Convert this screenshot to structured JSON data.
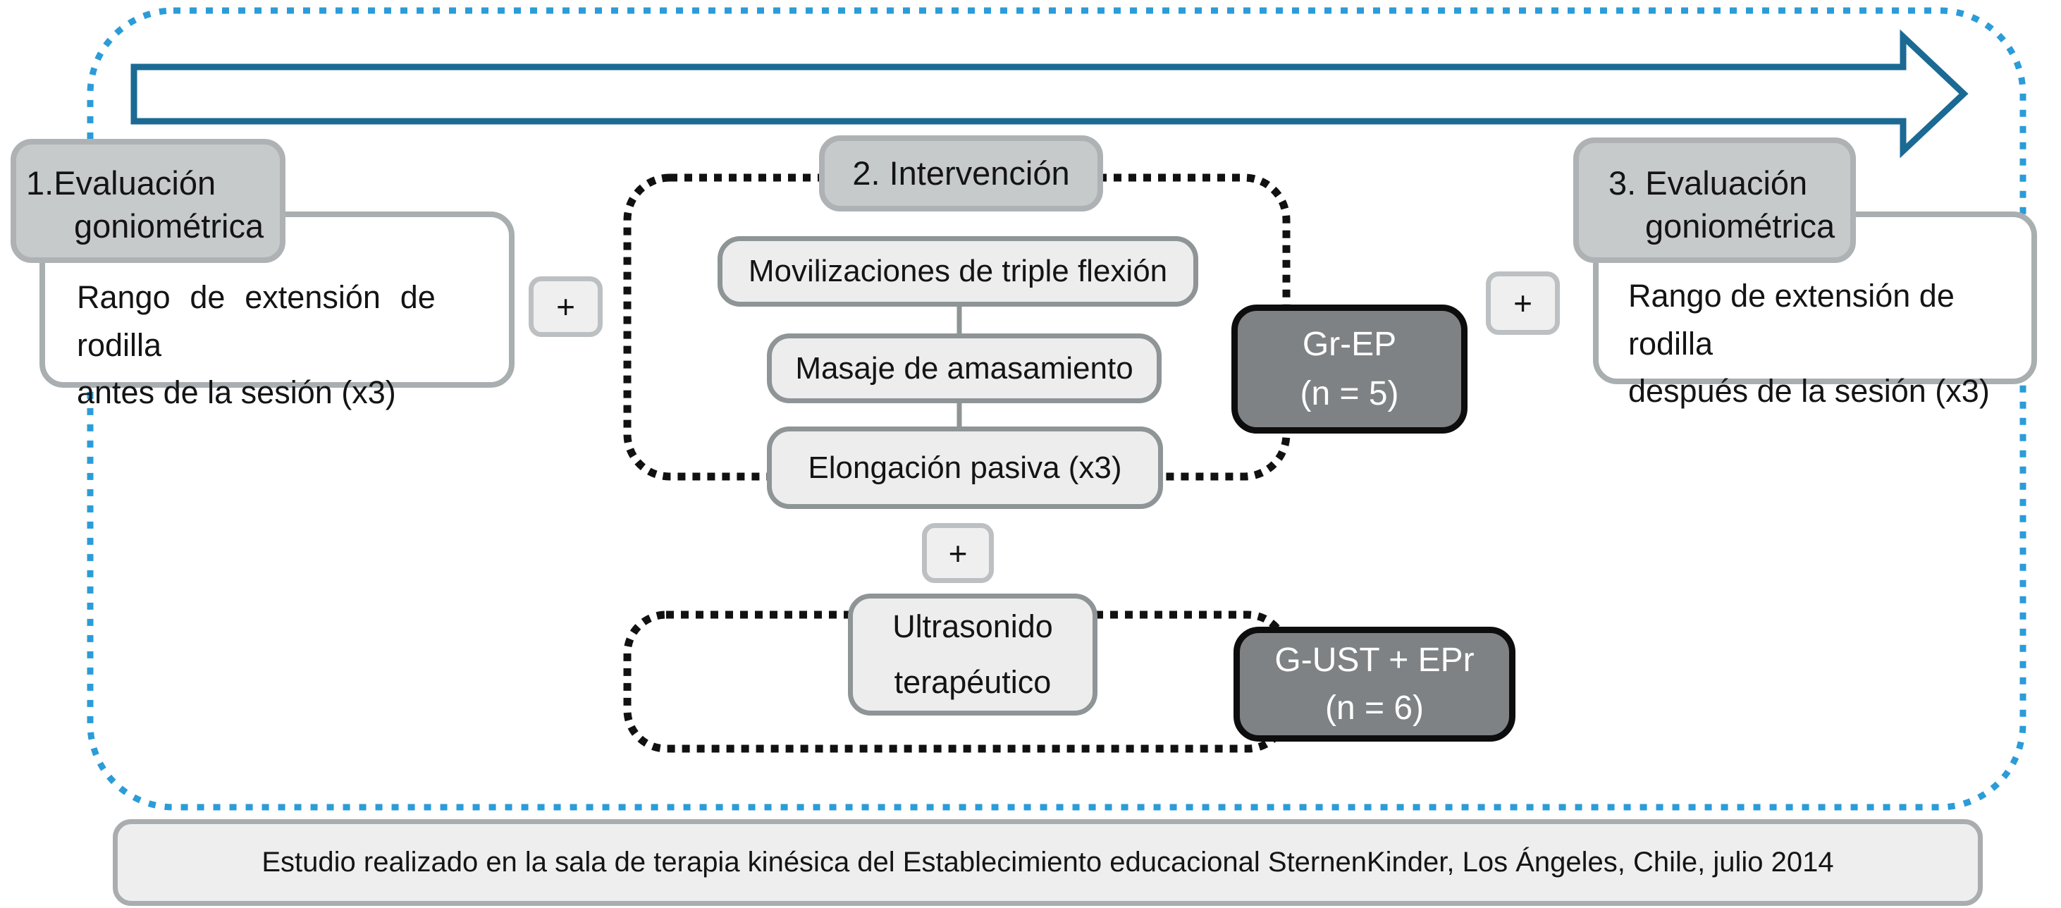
{
  "stage1": {
    "title_line1": "1.Evaluación",
    "title_line2": "goniométrica",
    "detail_line1": "Rango de extensión de rodilla",
    "detail_line2": "antes de la sesión (x3)"
  },
  "stage2": {
    "title": "2. Intervención",
    "step1": "Movilizaciones de triple flexión",
    "step2": "Masaje de amasamiento",
    "step3": "Elongación pasiva (x3)",
    "extra_step_line1": "Ultrasonido",
    "extra_step_line2": "terapéutico"
  },
  "stage3": {
    "title_line1": "3. Evaluación",
    "title_line2": "goniométrica",
    "detail_line1": "Rango de extensión de rodilla",
    "detail_line2": "después de la sesión (x3)"
  },
  "group_ep": {
    "line1": "Gr-EP",
    "line2": "(n = 5)"
  },
  "group_ust": {
    "line1": "G-UST + EPr",
    "line2": "(n = 6)"
  },
  "plus": {
    "left": "+",
    "middle": "+",
    "right": "+"
  },
  "caption": "Estudio realizado en la sala de terapia kinésica del  Establecimiento educacional SternenKinder, Los Ángeles, Chile,  julio 2014",
  "colors": {
    "timeline_arrow": "#1a6a94",
    "outer_dotted_border": "#2b9cd8",
    "stage_box_fill": "#c7cacb",
    "stage_box_border": "#aeb2b4",
    "step_box_fill": "#ededee",
    "step_box_border": "#8f9496",
    "group_box_fill": "#7f8284",
    "group_box_border": "#0d0d0d",
    "dashed_group_border": "#111111",
    "caption_fill": "#eeeeee"
  }
}
